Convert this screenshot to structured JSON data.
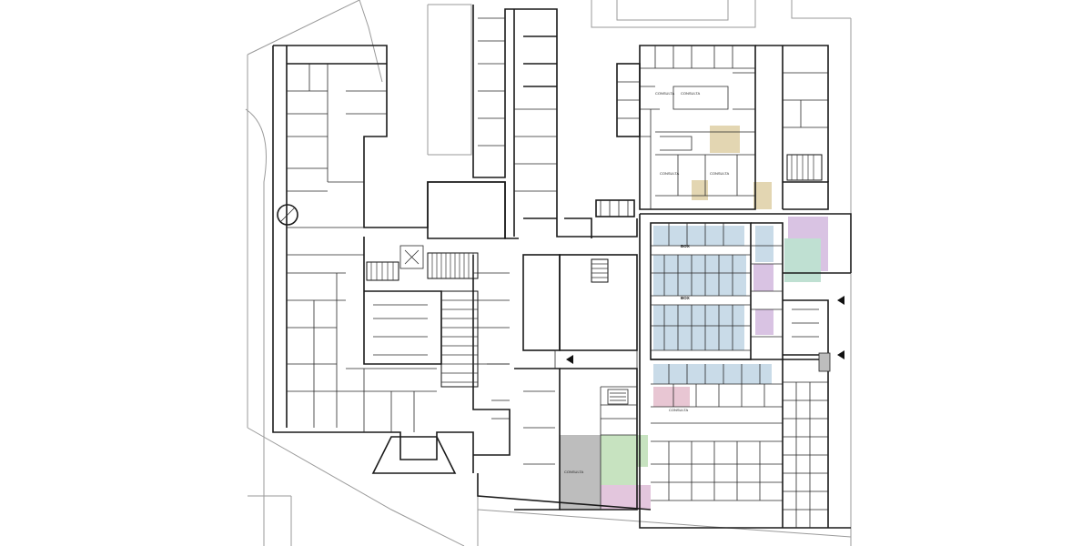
{
  "colors": {
    "background": "#ffffff",
    "wall": "#1a1a1a",
    "zone_blue": "#c9dbe8",
    "zone_purple": "#d9c3e3",
    "zone_pink": "#e8c6d3",
    "zone_green": "#c7e3c0",
    "zone_tan": "#e3d6b2",
    "zone_grey": "#bdbdbd"
  },
  "labels": {
    "box_area_1": "BOX",
    "box_area_2": "BOX",
    "room_consult_1": "CONSULTA",
    "room_consult_2": "CONSULTA",
    "room_consult_3": "CONSULTA",
    "room_consult_4": "CONSULTA",
    "room_consult_5": "CONSULTA",
    "room_consult_6": "CONSULTA"
  }
}
